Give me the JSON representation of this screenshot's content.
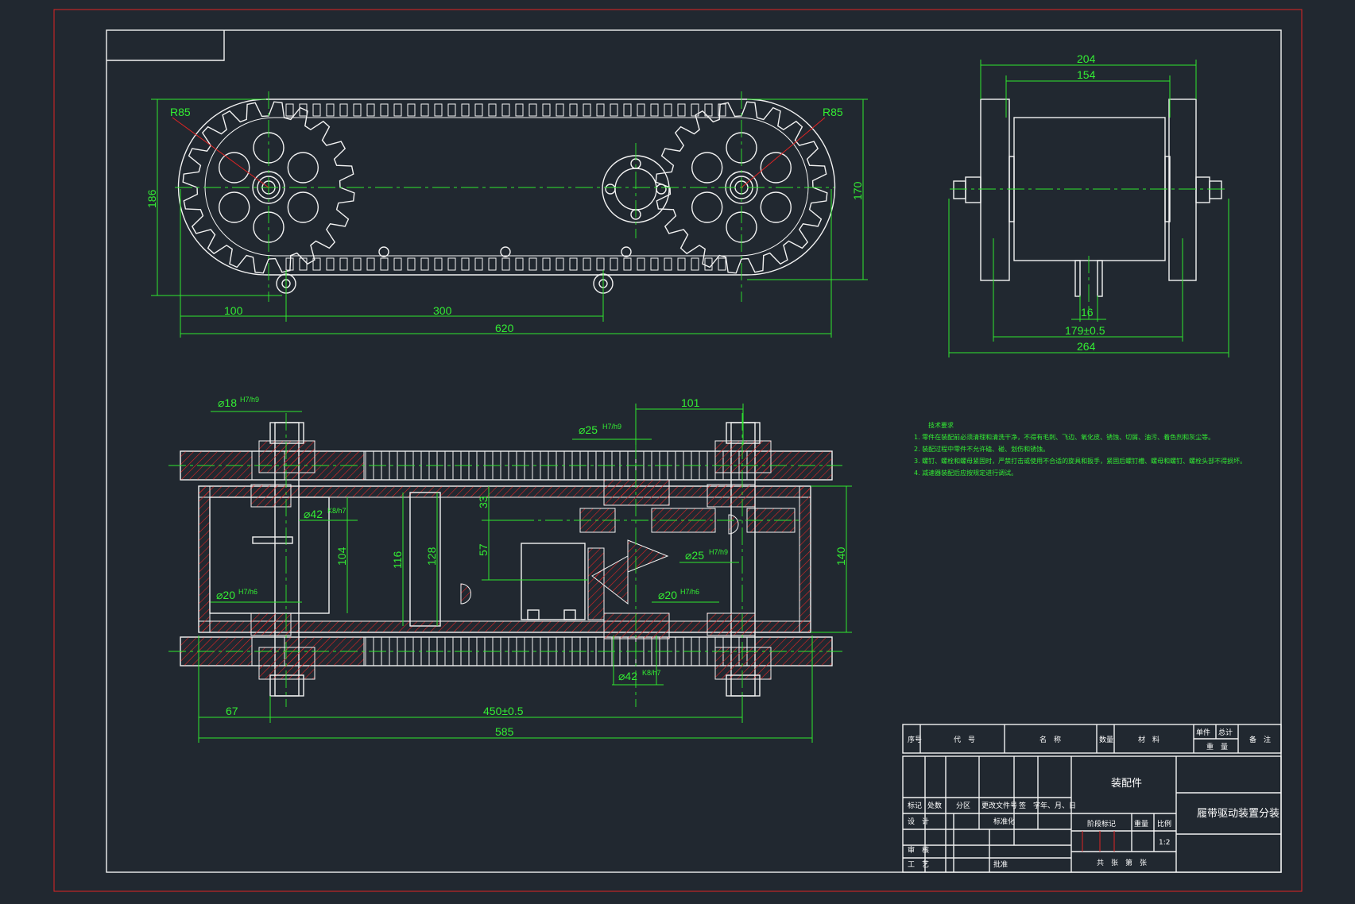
{
  "view_top": {
    "radius_left": "R85",
    "radius_right": "R85",
    "height_left": "186",
    "height_right": "170",
    "dim_100": "100",
    "dim_300": "300",
    "dim_620": "620"
  },
  "view_side": {
    "dim_204": "204",
    "dim_154": "154",
    "dim_16": "16",
    "dim_179": "179±0.5",
    "dim_264": "264"
  },
  "view_section": {
    "fit_18": "⌀18",
    "fit_18_tol": "H7/h9",
    "fit_25_top": "⌀25",
    "fit_25_top_tol": "H7/h9",
    "fit_42_left": "⌀42",
    "fit_42_left_tol": "K8/h7",
    "fit_20_left": "⌀20",
    "fit_20_left_tol": "H7/h6",
    "fit_25_mid": "⌀25",
    "fit_25_mid_tol": "H7/h9",
    "fit_20_right": "⌀20",
    "fit_20_right_tol": "H7/h6",
    "fit_42_bottom": "⌀42",
    "fit_42_bottom_tol": "K8/h7",
    "dim_101": "101",
    "dim_33": "33",
    "dim_57": "57",
    "dim_104": "104",
    "dim_116": "116",
    "dim_128": "128",
    "dim_140": "140",
    "dim_67": "67",
    "dim_450": "450±0.5",
    "dim_585": "585"
  },
  "tech_notes": {
    "title": "技术要求",
    "lines": [
      "1. 零件在装配前必须清理和清洗干净，不得有毛刺、飞边、氧化皮、锈蚀、切屑、油污、着色剂和灰尘等。",
      "2. 装配过程中零件不允许磕、碰、划伤和锈蚀。",
      "3. 螺钉、螺栓和螺母紧固时，严禁打击或使用不合适的旋具和扳手，紧固后螺钉槽、螺母和螺钉、螺栓头部不得损坏。",
      "4. 减速器装配后应按规定进行调试。"
    ]
  },
  "title_block": {
    "hdr_no": "序号",
    "hdr_code": "代　号",
    "hdr_name": "名　称",
    "hdr_qty": "数量",
    "hdr_material": "材　料",
    "hdr_single": "单件",
    "hdr_total": "总计",
    "hdr_weight": "重　量",
    "hdr_remark": "备　注",
    "assembly": "装配件",
    "drawing_name": "履带驱动装置分装",
    "row_mark": "标记",
    "row_count": "处数",
    "row_zone": "分区",
    "row_change": "更改文件号",
    "row_sign": "签　字",
    "row_date": "年、月、日",
    "design": "设　计",
    "standard": "标准化",
    "stage": "阶段标记",
    "weight": "重量",
    "scale": "比例",
    "scale_value": "1:2",
    "review": "审　核",
    "process": "工　艺",
    "approve": "批准",
    "sheets": "共　张　第　张"
  }
}
